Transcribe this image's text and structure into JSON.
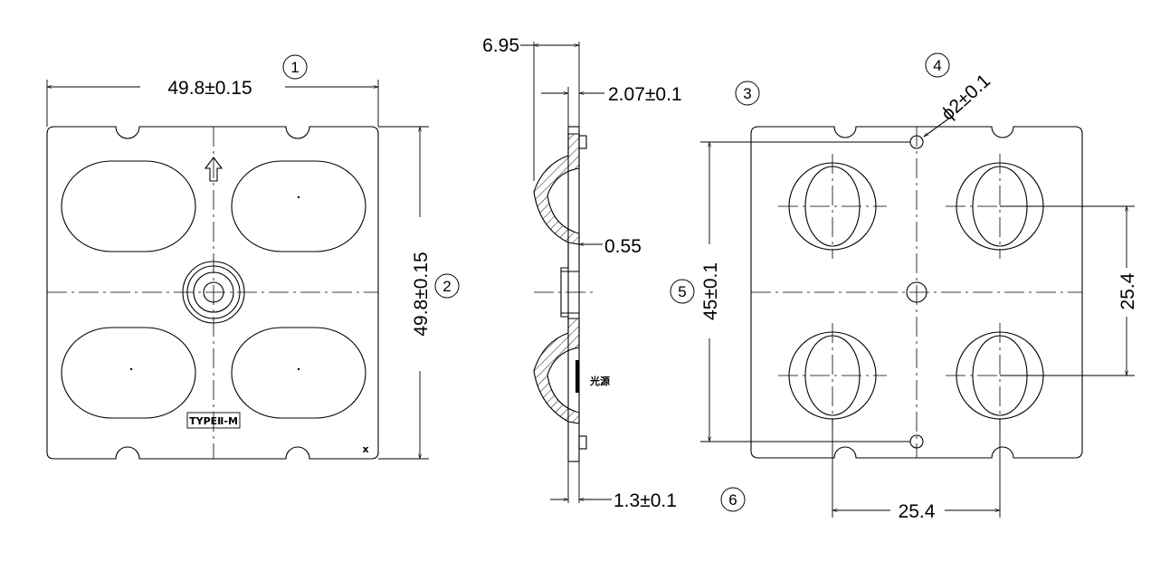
{
  "front_view": {
    "width_dimension": "49.8±0.15",
    "width_callout": "①",
    "height_dimension": "49.8±0.15",
    "height_callout": "②",
    "type_label": "TYPEⅡ-M",
    "corner_mark": "x"
  },
  "side_view": {
    "total_thickness": "6.95",
    "base_thickness": "2.07±0.1",
    "base_callout": "③",
    "lens_gap": "0.55",
    "light_source_label": "光源",
    "flange_thickness": "1.3±0.1",
    "flange_callout": "⑥"
  },
  "back_view": {
    "hole_diameter": "ϕ2±0.1",
    "hole_callout": "④",
    "hole_spacing": "45±0.1",
    "hole_spacing_callout": "⑤",
    "lens_pitch_vertical": "25.4",
    "lens_pitch_horizontal": "25.4"
  }
}
